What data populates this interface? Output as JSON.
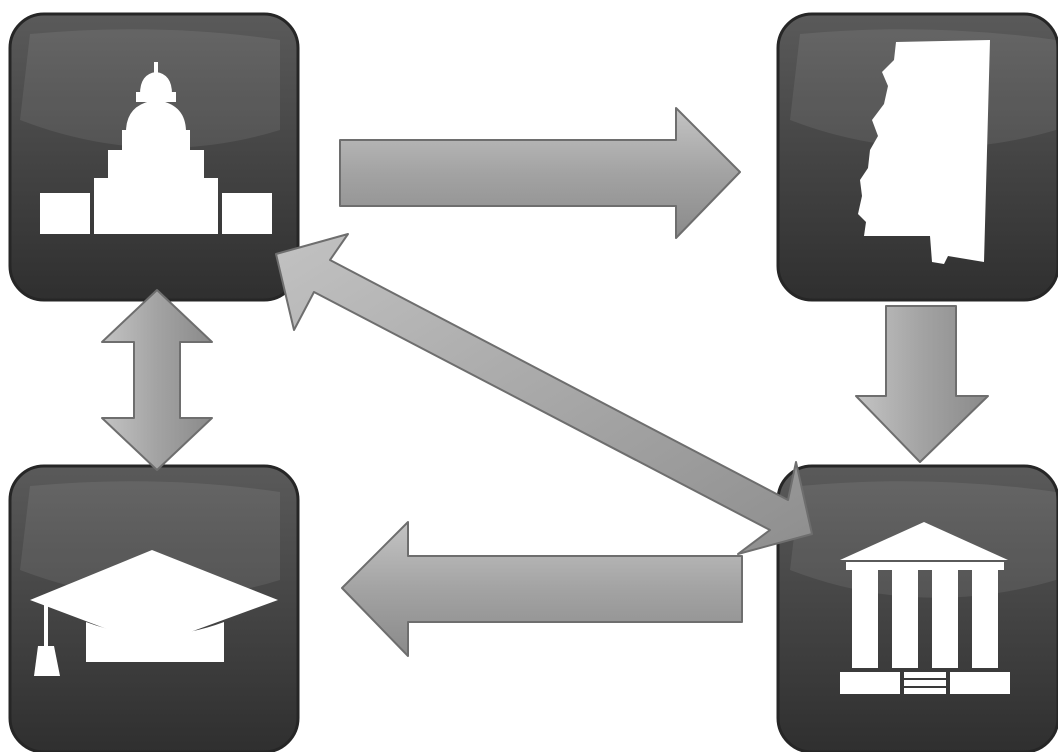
{
  "diagram": {
    "nodes": [
      {
        "id": "federal",
        "icon": "capitol-building-icon"
      },
      {
        "id": "state",
        "icon": "mississippi-state-map-icon"
      },
      {
        "id": "institution",
        "icon": "columned-building-icon"
      },
      {
        "id": "education",
        "icon": "graduation-cap-icon"
      }
    ],
    "edges": [
      {
        "from": "federal",
        "to": "state",
        "direction": "one-way"
      },
      {
        "from": "state",
        "to": "institution",
        "direction": "one-way"
      },
      {
        "from": "institution",
        "to": "education",
        "direction": "one-way"
      },
      {
        "from": "federal",
        "to": "education",
        "direction": "two-way"
      },
      {
        "from": "federal",
        "to": "institution",
        "direction": "two-way"
      }
    ],
    "colors": {
      "tile": "#4a4a4a",
      "tile_dark": "#2e2e2e",
      "icon": "#ffffff",
      "arrow": "#a6a6a6",
      "arrow_edge": "#6e6e6e",
      "background": "#ffffff"
    }
  }
}
